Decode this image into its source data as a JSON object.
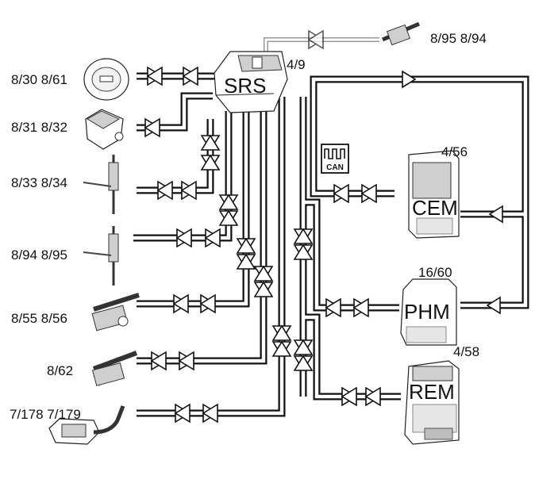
{
  "modules": {
    "srs": {
      "name": "SRS",
      "number": "4/9"
    },
    "cem": {
      "name": "CEM",
      "number": "4/56"
    },
    "phm": {
      "name": "PHM",
      "number": "16/60"
    },
    "rem": {
      "name": "REM",
      "number": "4/58"
    }
  },
  "can_badge": "CAN",
  "components": [
    {
      "id": "steering-airbag",
      "label": "8/30  8/61"
    },
    {
      "id": "passenger-airbag",
      "label": "8/31  8/32"
    },
    {
      "id": "seatbelt-tensioner-front",
      "label": "8/33  8/34"
    },
    {
      "id": "seatbelt-tensioner-rear",
      "label": "8/94  8/95"
    },
    {
      "id": "side-airbag",
      "label": "8/55  8/56"
    },
    {
      "id": "inflatable-curtain",
      "label": "8/62"
    },
    {
      "id": "crash-sensor",
      "label": "7/178  7/179"
    },
    {
      "id": "top-connector",
      "label": "8/95  8/94"
    }
  ]
}
